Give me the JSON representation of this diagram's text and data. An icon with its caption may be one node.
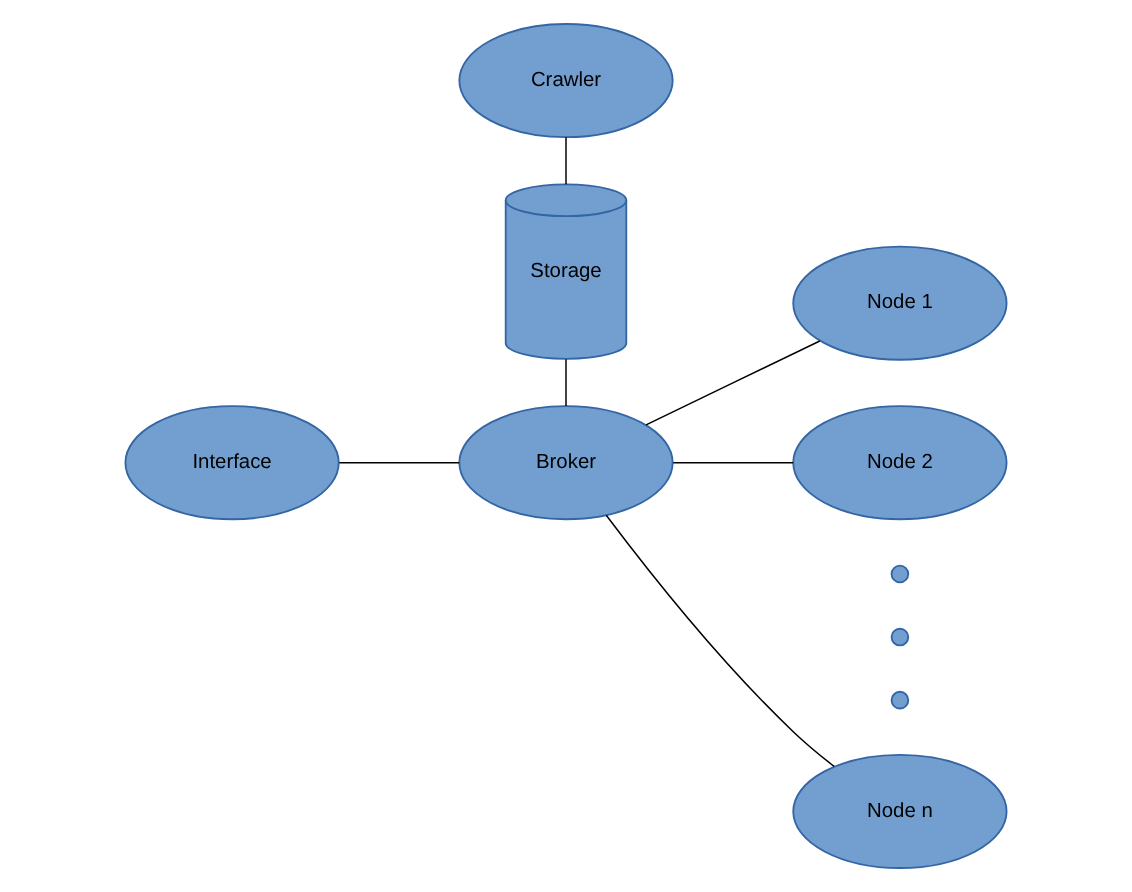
{
  "diagram": {
    "nodes": [
      {
        "text": [
          "Crawler"
        ]
      },
      {
        "text": [
          "Storage"
        ]
      },
      {
        "text": [
          "Interface"
        ]
      },
      {
        "text": [
          "Broker"
        ]
      },
      {
        "text": [
          "Node 1"
        ]
      },
      {
        "text": [
          "Node 2"
        ]
      },
      {
        "text": [],
        "shape": "circle"
      },
      {
        "text": [],
        "shape": "circle"
      },
      {
        "text": [],
        "shape": "circle"
      },
      {
        "text": [
          "Node n"
        ]
      }
    ],
    "edges": [
      {
        "from": 0,
        "to": 1,
        "arrow": "none"
      },
      {
        "from": 1,
        "to": 3,
        "arrow": "none"
      },
      {
        "from": 2,
        "to": 3,
        "arrow": "none"
      },
      {
        "from": 3,
        "to": 4,
        "arrow": "none"
      },
      {
        "from": 3,
        "to": 5,
        "arrow": "none"
      },
      {
        "from": 3,
        "to": 9,
        "arrow": "none"
      }
    ]
  }
}
